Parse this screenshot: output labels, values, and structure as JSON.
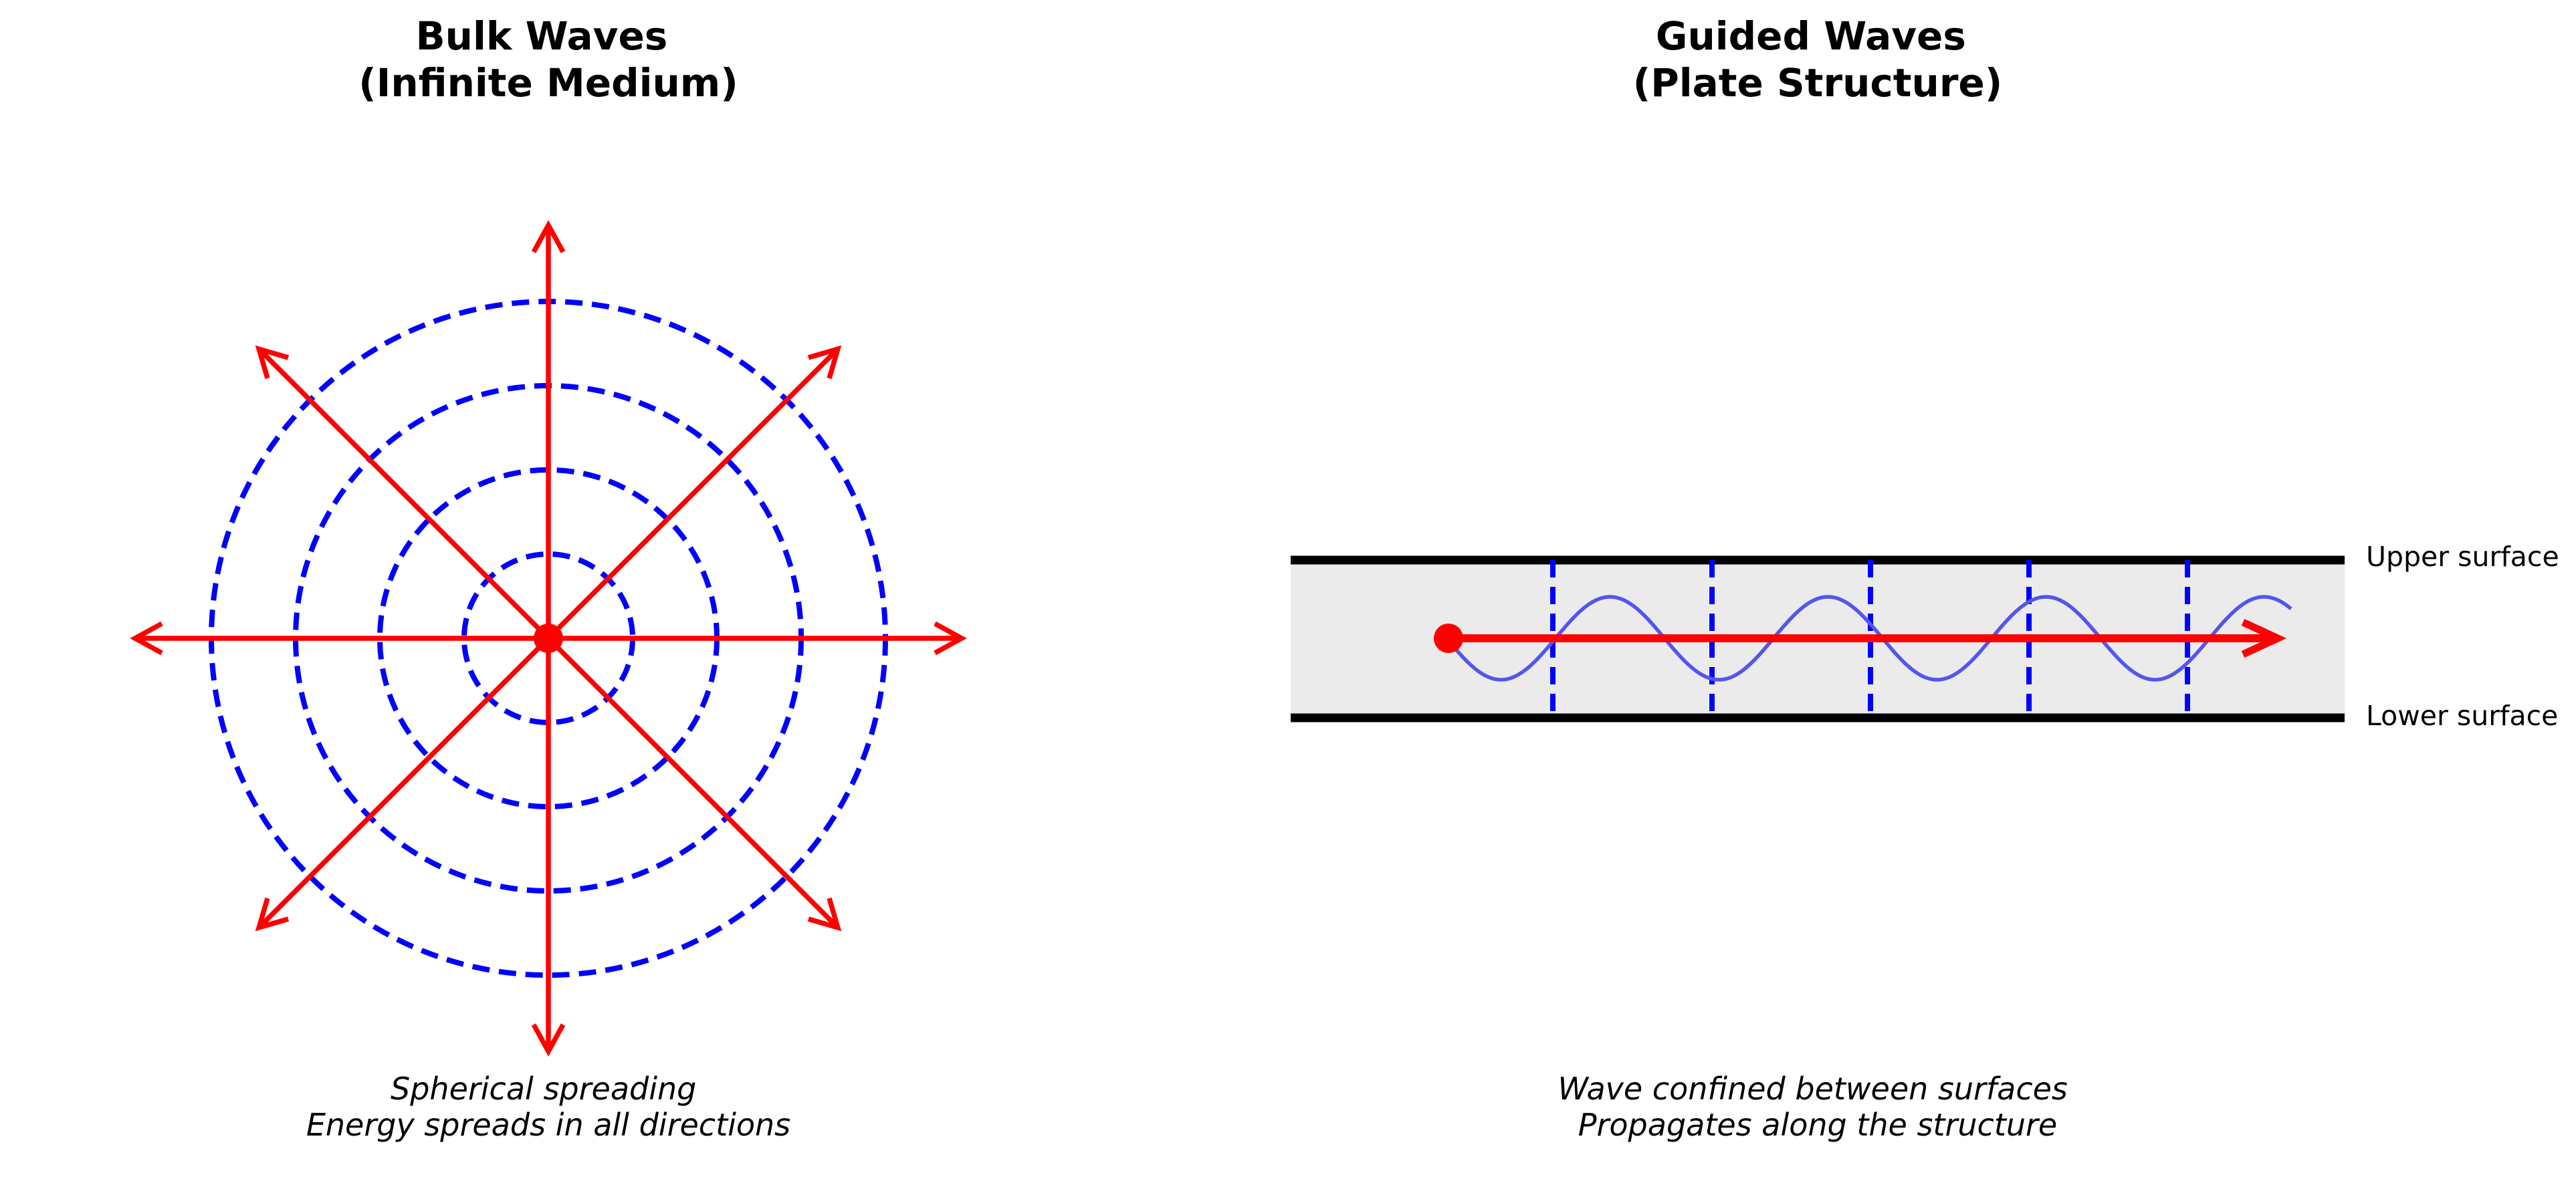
{
  "bulk_panel": {
    "title_line1": "Bulk Waves",
    "title_line2": "(Infinite Medium)",
    "caption_line1": "Spherical spreading",
    "caption_line2": "Energy spreads in all directions",
    "wavefront_count": 4,
    "ray_directions_deg": [
      0,
      45,
      90,
      135,
      180,
      225,
      270,
      315
    ],
    "source_color": "#ff0000",
    "ray_color": "#ff0000",
    "wavefront_color": "#0000ff"
  },
  "guided_panel": {
    "title_line1": "Guided Waves",
    "title_line2": "(Plate Structure)",
    "caption_line1": "Wave confined between surfaces",
    "caption_line2": "Propagates along the structure",
    "upper_label": "Upper surface",
    "lower_label": "Lower surface",
    "plate_fill": "#ebebeb",
    "surface_color": "#000000",
    "wavefront_line_color": "#0000ff",
    "wave_color": "#5555ee",
    "arrow_color": "#ff0000",
    "source_color": "#ff0000"
  }
}
